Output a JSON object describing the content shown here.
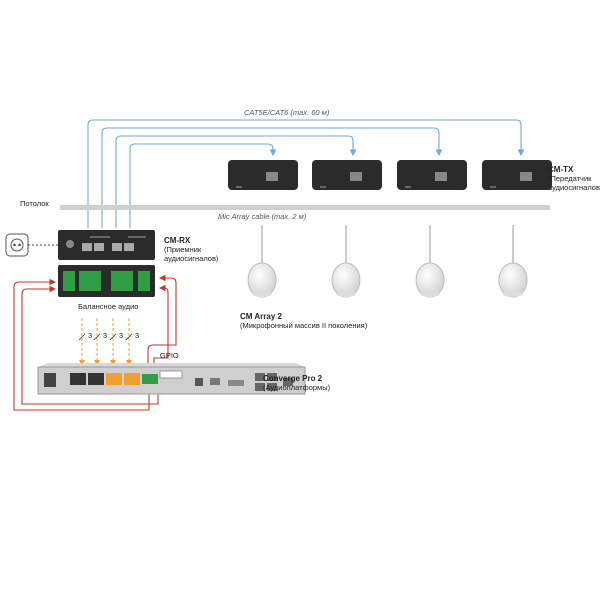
{
  "cable_top": {
    "name": "CAT5E/CAT6",
    "note": "(max. 60 м)"
  },
  "ceiling": "Потолок",
  "mic_cable": {
    "name": "Mic Array cable",
    "note": "(max. 2 м)"
  },
  "cm_tx": {
    "title": "CM-TX",
    "line1": "(Передатчик",
    "line2": "аудиосигналов)"
  },
  "cm_rx": {
    "title": "CM-RX",
    "line1": "(Приемник",
    "line2": "аудиосигналов)"
  },
  "cm_array": {
    "title": "CM Array 2",
    "line1": "(Микрофонный массив II поколения)"
  },
  "balanced_audio": "Балансное аудио",
  "gpio": "GPIO",
  "converge": {
    "title": "Converge Pro 2",
    "line1": "(Аудиоплатформы)"
  },
  "cable_count": "3",
  "colors": {
    "blue": "#6fa8dc",
    "orange": "#f0a030",
    "red": "#c0392b",
    "device": "#2b2b2b",
    "ceiling": "#cfcfcf"
  }
}
